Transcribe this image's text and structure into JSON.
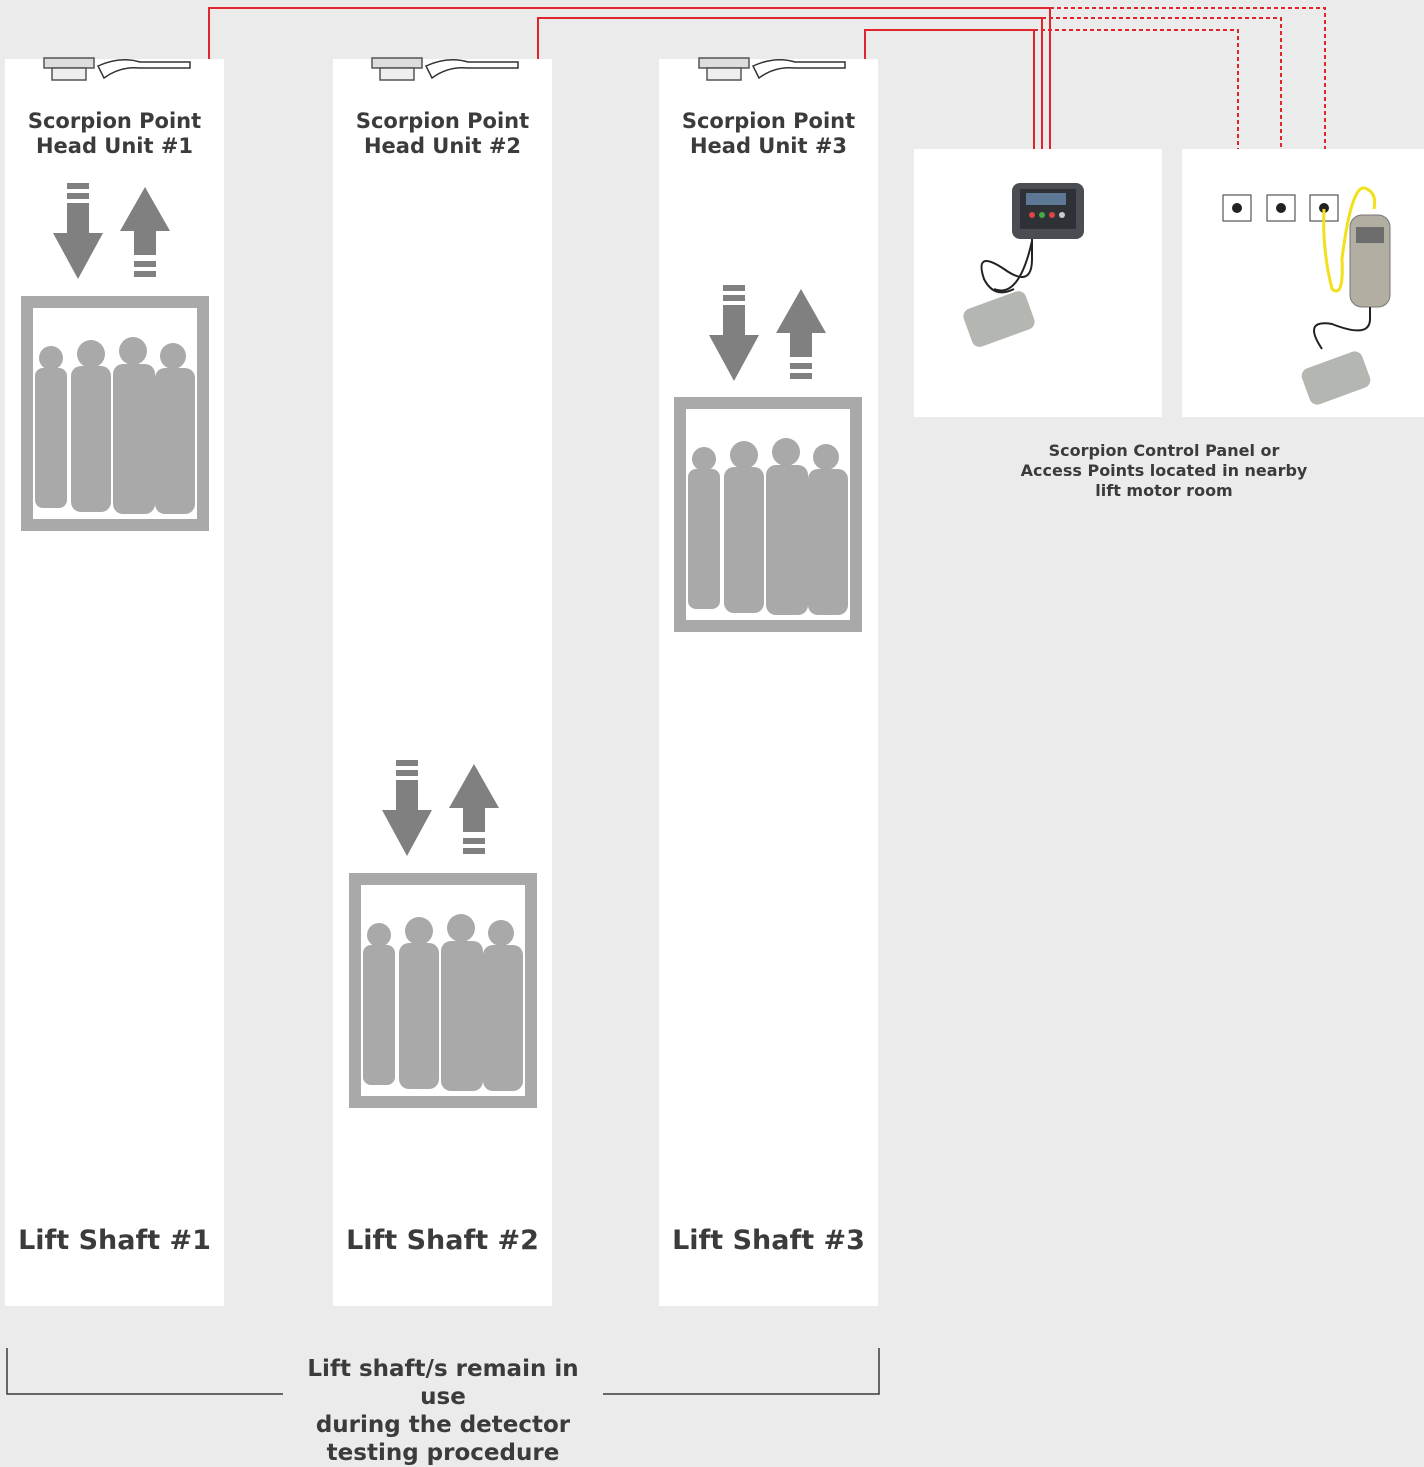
{
  "shafts": [
    {
      "head_line1": "Scorpion Point",
      "head_line2": "Head Unit #1",
      "label": "Lift Shaft #1"
    },
    {
      "head_line1": "Scorpion Point",
      "head_line2": "Head Unit #2",
      "label": "Lift Shaft #2"
    },
    {
      "head_line1": "Scorpion Point",
      "head_line2": "Head Unit #3",
      "label": "Lift Shaft #3"
    }
  ],
  "room": {
    "line1": "Scorpion Control Panel or",
    "line2": "Access Points located in nearby",
    "line3": "lift motor room"
  },
  "bottom": {
    "line1": "Lift shaft/s remain in use",
    "line2": "during the detector",
    "line3": "testing procedure"
  },
  "colors": {
    "background": "#eaebea",
    "shaft": "#ffffff",
    "wire": "#e0252c",
    "figure": "#a9a9a9",
    "arrow": "#808080",
    "cable_yellow": "#f2e01b"
  }
}
